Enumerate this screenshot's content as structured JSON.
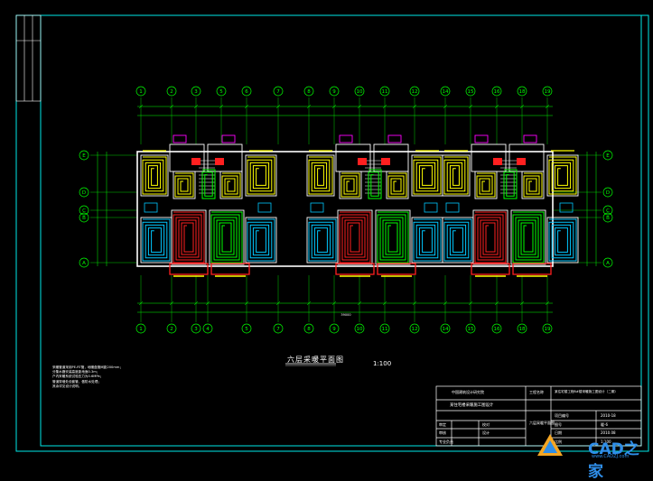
{
  "drawing": {
    "title": "六层采暖平面图",
    "scale": "1:100",
    "bottom_total": "39000"
  },
  "grid_top": [
    "1",
    "2",
    "3",
    "5",
    "6",
    "7",
    "8",
    "9",
    "10",
    "11",
    "12",
    "14",
    "15",
    "16",
    "18",
    "19"
  ],
  "grid_bottom": [
    "1",
    "2",
    "3",
    "4",
    "5",
    "7",
    "8",
    "9",
    "10",
    "11",
    "12",
    "14",
    "15",
    "16",
    "18",
    "19"
  ],
  "grid_left": [
    "E",
    "D",
    "C",
    "B",
    "A"
  ],
  "grid_right": [
    "E",
    "D",
    "C",
    "B",
    "A"
  ],
  "notes": [
    "采暖管道采用PE-RT管，地暖盘管间距200mm；",
    "分集水器安装高度距地面0.3m；",
    "户内采暖系统试验压力为0.6MPa；",
    "管道穿墙处设套管，做防水处理；",
    "其余详见设计说明。"
  ],
  "title_block": {
    "company": "中国建筑设计研究院",
    "company_right": "工程名称",
    "project": "某住宅楼采暖施工图设计",
    "drawing_name": "六层采暖平面图",
    "rows": [
      "审定",
      "审核",
      "专业负责",
      "校对",
      "设计"
    ],
    "fields": [
      "项目编号",
      "图号",
      "日期",
      "比例"
    ],
    "field_values": [
      "2010-18",
      "暖-6",
      "2010.08",
      "1:100"
    ],
    "header_right": "某住宅楼工程6#楼采暖施工图设计（二期）"
  },
  "watermark": {
    "brand": "CAD之家",
    "url": "www.CADZJ.com"
  },
  "colors": {
    "frame": "#00e8e8",
    "wall": "#ffffff",
    "yellow": "#ffff00",
    "green": "#00ff00",
    "cyan": "#00c8ff",
    "red": "#ff2020",
    "magenta": "#ff00ff",
    "grid": "#00ff00",
    "dim": "#00ff00"
  }
}
